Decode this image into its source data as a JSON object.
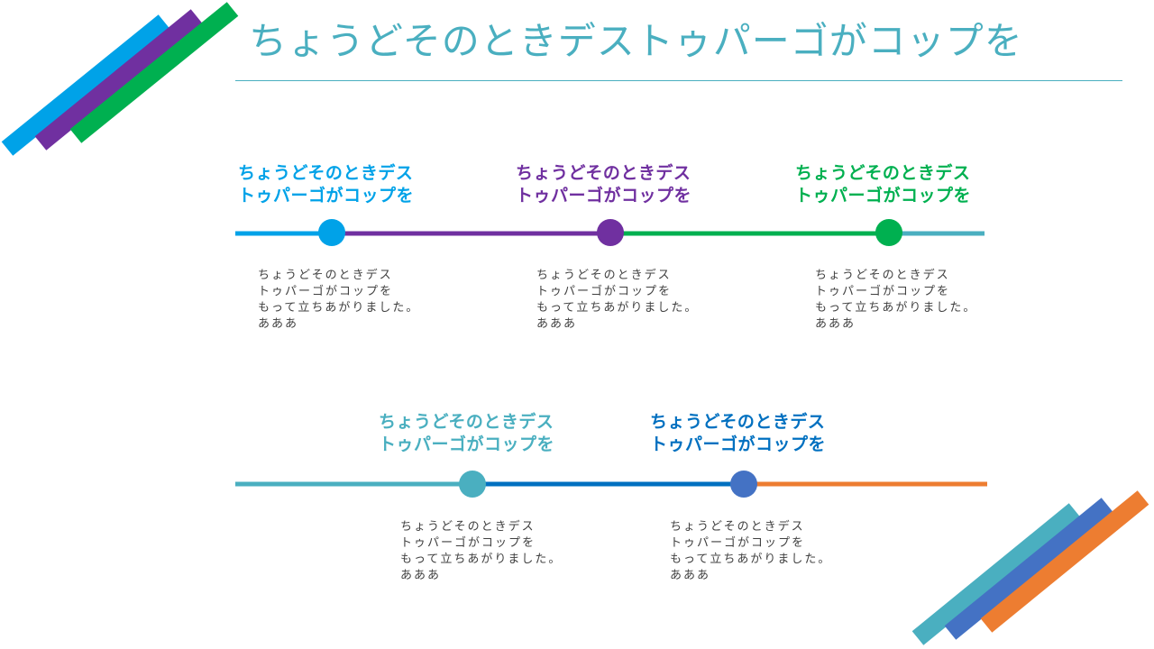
{
  "title": "ちょうどそのときデストゥパーゴがコップを",
  "colors": {
    "title": "#4aafc0",
    "body_text": "#404040",
    "deco_top": [
      "#00a2e8",
      "#7030a0",
      "#00b050"
    ],
    "deco_bottom": [
      "#4aafc0",
      "#4472c4",
      "#ed7d31"
    ]
  },
  "timeline_top": {
    "line_colors": [
      "#00a2e8",
      "#7030a0",
      "#00b050",
      "#4aafc0"
    ],
    "nodes": [
      {
        "color": "#00a2e8",
        "heading": [
          "ちょうどそのときデス",
          "トゥパーゴがコップを"
        ],
        "body": [
          "ちょうどそのときデス",
          "トゥパーゴがコップを",
          "もって立ちあがりました。",
          "あああ"
        ]
      },
      {
        "color": "#7030a0",
        "heading": [
          "ちょうどそのときデス",
          "トゥパーゴがコップを"
        ],
        "body": [
          "ちょうどそのときデス",
          "トゥパーゴがコップを",
          "もって立ちあがりました。",
          "あああ"
        ]
      },
      {
        "color": "#00b050",
        "heading": [
          "ちょうどそのときデス",
          "トゥパーゴがコップを"
        ],
        "body": [
          "ちょうどそのときデス",
          "トゥパーゴがコップを",
          "もって立ちあがりました。",
          "あああ"
        ]
      }
    ]
  },
  "timeline_bottom": {
    "line_colors": [
      "#4aafc0",
      "#0070c0",
      "#ed7d31"
    ],
    "nodes": [
      {
        "color": "#4aafc0",
        "heading": [
          "ちょうどそのときデス",
          "トゥパーゴがコップを"
        ],
        "body": [
          "ちょうどそのときデス",
          "トゥパーゴがコップを",
          "もって立ちあがりました。",
          "あああ"
        ]
      },
      {
        "color": "#0070c0",
        "dot_color": "#4472c4",
        "heading": [
          "ちょうどそのときデス",
          "トゥパーゴがコップを"
        ],
        "body": [
          "ちょうどそのときデス",
          "トゥパーゴがコップを",
          "もって立ちあがりました。",
          "あああ"
        ]
      }
    ]
  }
}
